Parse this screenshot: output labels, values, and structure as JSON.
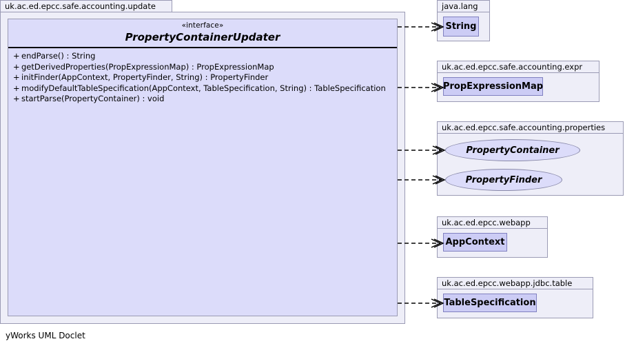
{
  "diagram": {
    "type": "uml-class-diagram",
    "footer": "yWorks UML Doclet"
  },
  "main_package": {
    "name": "uk.ac.ed.epcc.safe.accounting.update",
    "class": {
      "stereotype": "«interface»",
      "name": "PropertyContainerUpdater",
      "members": [
        {
          "visibility": "+",
          "signature": "endParse() : String"
        },
        {
          "visibility": "+",
          "signature": "getDerivedProperties(PropExpressionMap) : PropExpressionMap"
        },
        {
          "visibility": "+",
          "signature": "initFinder(AppContext, PropertyFinder, String) : PropertyFinder"
        },
        {
          "visibility": "+",
          "signature": "modifyDefaultTableSpecification(AppContext, TableSpecification, String) : TableSpecification"
        },
        {
          "visibility": "+",
          "signature": "startParse(PropertyContainer) : void"
        }
      ]
    }
  },
  "packages": [
    {
      "id": "javalang",
      "name": "java.lang",
      "nodes": [
        {
          "label": "String",
          "shape": "rect"
        }
      ]
    },
    {
      "id": "expr",
      "name": "uk.ac.ed.epcc.safe.accounting.expr",
      "nodes": [
        {
          "label": "PropExpressionMap",
          "shape": "rect"
        }
      ]
    },
    {
      "id": "properties",
      "name": "uk.ac.ed.epcc.safe.accounting.properties",
      "nodes": [
        {
          "label": "PropertyContainer",
          "shape": "ellipse"
        },
        {
          "label": "PropertyFinder",
          "shape": "ellipse"
        }
      ]
    },
    {
      "id": "webapp",
      "name": "uk.ac.ed.epcc.webapp",
      "nodes": [
        {
          "label": "AppContext",
          "shape": "rect"
        }
      ]
    },
    {
      "id": "jdbctable",
      "name": "uk.ac.ed.epcc.webapp.jdbc.table",
      "nodes": [
        {
          "label": "TableSpecification",
          "shape": "rect"
        }
      ]
    }
  ],
  "edges": [
    {
      "from": "PropertyContainerUpdater",
      "to": "String",
      "style": "dashed",
      "arrow": "open"
    },
    {
      "from": "PropertyContainerUpdater",
      "to": "PropExpressionMap",
      "style": "dashed",
      "arrow": "open"
    },
    {
      "from": "PropertyContainerUpdater",
      "to": "PropertyContainer",
      "style": "dashed",
      "arrow": "open"
    },
    {
      "from": "PropertyContainerUpdater",
      "to": "PropertyFinder",
      "style": "dashed",
      "arrow": "open"
    },
    {
      "from": "PropertyContainerUpdater",
      "to": "AppContext",
      "style": "dashed",
      "arrow": "open"
    },
    {
      "from": "PropertyContainerUpdater",
      "to": "TableSpecification",
      "style": "dashed",
      "arrow": "open"
    }
  ],
  "colors": {
    "class_fill": "#dcdcfa",
    "node_fill": "#ccccf5",
    "package_fill": "#eeeef8",
    "border": "#9a9ab4",
    "edge": "#000000"
  }
}
